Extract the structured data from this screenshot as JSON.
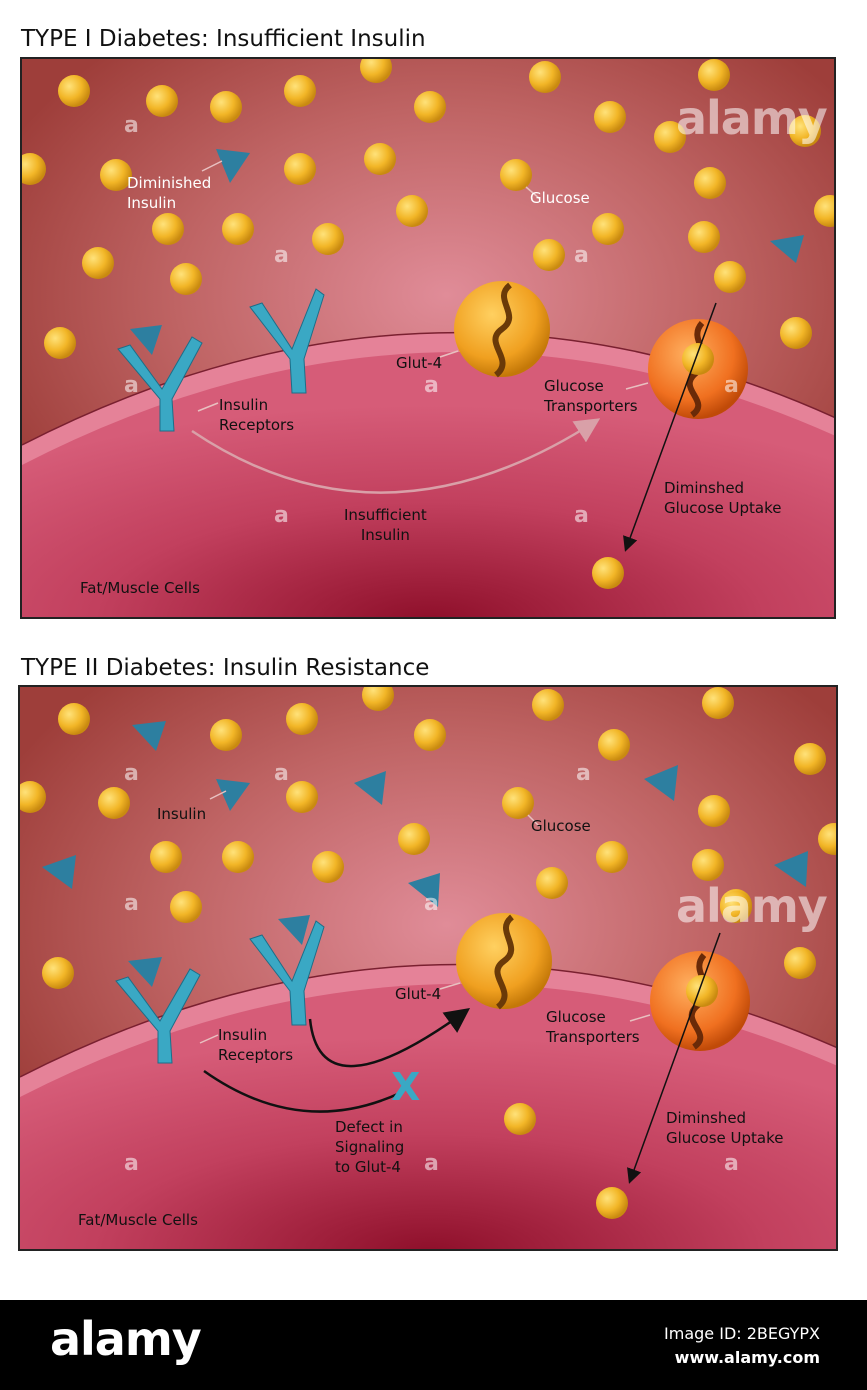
{
  "panel1": {
    "title": "TYPE I Diabetes: Insufficient Insulin",
    "labels": {
      "diminished_insulin": "Diminished\nInsulin",
      "glucose": "Glucose",
      "glut4": "Glut-4",
      "glucose_transporters": "Glucose\nTransporters",
      "insulin_receptors": "Insulin\nReceptors",
      "insufficient_insulin": "Insufficient\nInsulin",
      "diminished_uptake": "Diminshed\nGlucose Uptake",
      "cells": "Fat/Muscle Cells"
    }
  },
  "panel2": {
    "title": "TYPE II Diabetes: Insulin Resistance",
    "labels": {
      "insulin": "Insulin",
      "glucose": "Glucose",
      "glut4": "Glut-4",
      "glucose_transporters": "Glucose\nTransporters",
      "insulin_receptors": "Insulin\nReceptors",
      "defect": "Defect in\nSignaling\nto Glut-4",
      "defect_mark": "X",
      "diminished_uptake": "Diminshed\nGlucose Uptake",
      "cells": "Fat/Muscle Cells"
    }
  },
  "watermark": {
    "text": "alamy",
    "letter": "a"
  },
  "footer": {
    "logo": "alamy",
    "image_id": "Image ID: 2BEGYPX",
    "site": "www.alamy.com"
  },
  "colors": {
    "plasma": "#b85a52",
    "cell": "#c94a6a",
    "membrane": "#e8889e",
    "glucose": "#f2b627",
    "insulin": "#2d7fa0",
    "receptor": "#3aa8c4",
    "glut4": "#f0a020",
    "transporter": "#f07020"
  }
}
